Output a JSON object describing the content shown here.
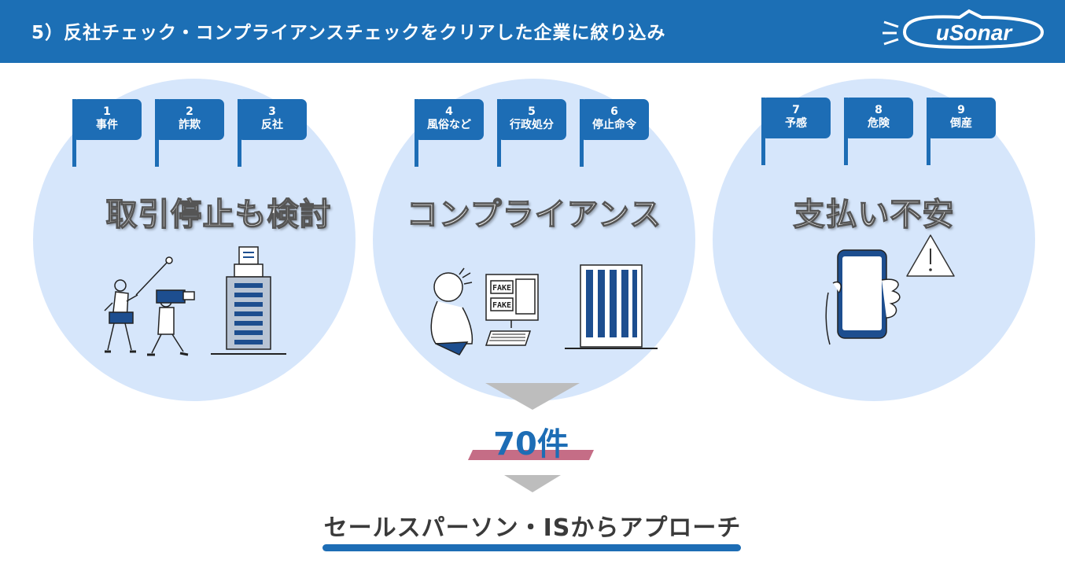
{
  "header": {
    "title": "5）反社チェック・コンプライアンスチェックをクリアした企業に絞り込み"
  },
  "logo": {
    "text": "uSonar"
  },
  "groups": [
    {
      "heading": "取引停止も検討",
      "flags": [
        {
          "num": "1",
          "label": "事件"
        },
        {
          "num": "2",
          "label": "詐欺"
        },
        {
          "num": "3",
          "label": "反社"
        }
      ]
    },
    {
      "heading": "コンプライアンス",
      "flags": [
        {
          "num": "4",
          "label": "風俗など"
        },
        {
          "num": "5",
          "label": "行政処分"
        },
        {
          "num": "6",
          "label": "停止命令"
        }
      ]
    },
    {
      "heading": "支払い不安",
      "flags": [
        {
          "num": "7",
          "label": "予感"
        },
        {
          "num": "8",
          "label": "危険"
        },
        {
          "num": "9",
          "label": "倒産"
        }
      ]
    }
  ],
  "illustration": {
    "fake_text_1": "FAKE",
    "fake_text_2": "FAKE"
  },
  "result": {
    "count": "70件"
  },
  "action": {
    "text": "セールスパーソン・ISからアプローチ"
  },
  "colors": {
    "header": "#1c6fb5",
    "circle": "#d6e6fb",
    "flag": "#1d6db5",
    "accent_bar": "#c56d86",
    "arrow": "#bdbdbd"
  }
}
